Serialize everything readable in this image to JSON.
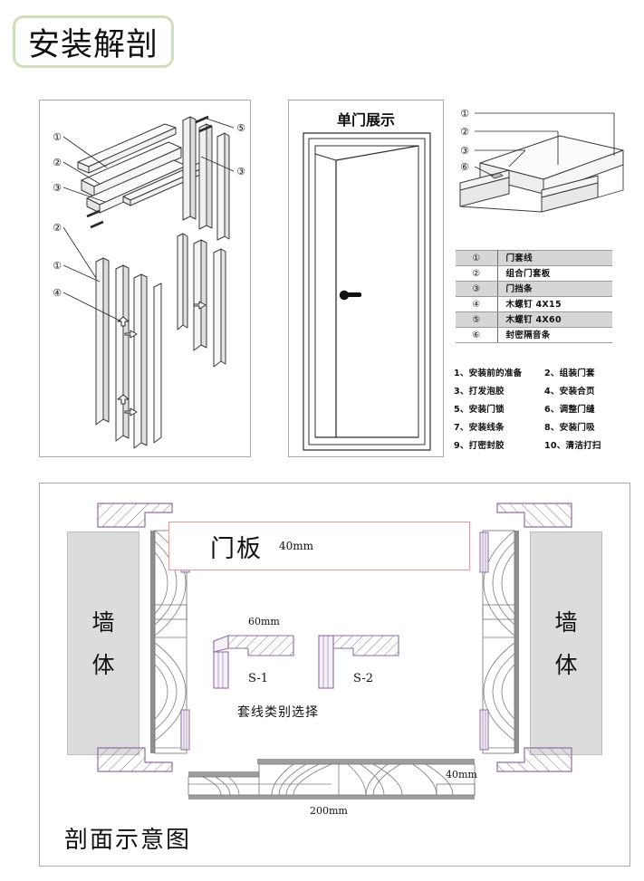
{
  "title": "安装解剖",
  "panels": {
    "exploded_label": "exploded-assembly-view",
    "door_display_title": "单门展示",
    "frame_detail_label": "door-frame-detail-view",
    "section_caption": "剖面示意图"
  },
  "legend": {
    "rows": [
      {
        "num": "①",
        "name": "门套线"
      },
      {
        "num": "②",
        "name": "组合门套板"
      },
      {
        "num": "③",
        "name": "门挡条"
      },
      {
        "num": "④",
        "name": "木螺钉 4X15"
      },
      {
        "num": "⑤",
        "name": "木螺钉 4X60"
      },
      {
        "num": "⑥",
        "name": "封密隔音条"
      }
    ]
  },
  "steps": [
    "1、安装前的准备",
    "2、组装门套",
    "3、打发泡胶",
    "4、安装合页",
    "5、安装门锁",
    "6、调整门缝",
    "7、安装线条",
    "8、安装门吸",
    "9、打密封胶",
    "10、清洁打扫"
  ],
  "section": {
    "wall_left": {
      "c1": "墙",
      "c2": "体"
    },
    "wall_right": {
      "c1": "墙",
      "c2": "体"
    },
    "door_panel": {
      "label": "门板",
      "thickness": "40mm"
    },
    "trim": {
      "width": "60mm",
      "s1": "S-1",
      "s2": "S-2",
      "caption": "套线类别选择"
    },
    "plank": {
      "width": "200mm",
      "thickness": "40mm"
    }
  },
  "callouts": {
    "exploded": [
      "①",
      "②",
      "③",
      "②",
      "①",
      "④",
      "⑤",
      "③"
    ],
    "frame_detail": [
      "①",
      "②",
      "③",
      "⑥"
    ]
  },
  "colors": {
    "title_border": "#cfe0b8",
    "panel_border": "#a8a8a8",
    "legend_alt_row": "#d6d6d6",
    "wall_fill": "#dcdcdc",
    "trim_purple": "#9b7fa8",
    "door_box_border": "#e09c9c",
    "wood_line": "#8c8c8c"
  }
}
